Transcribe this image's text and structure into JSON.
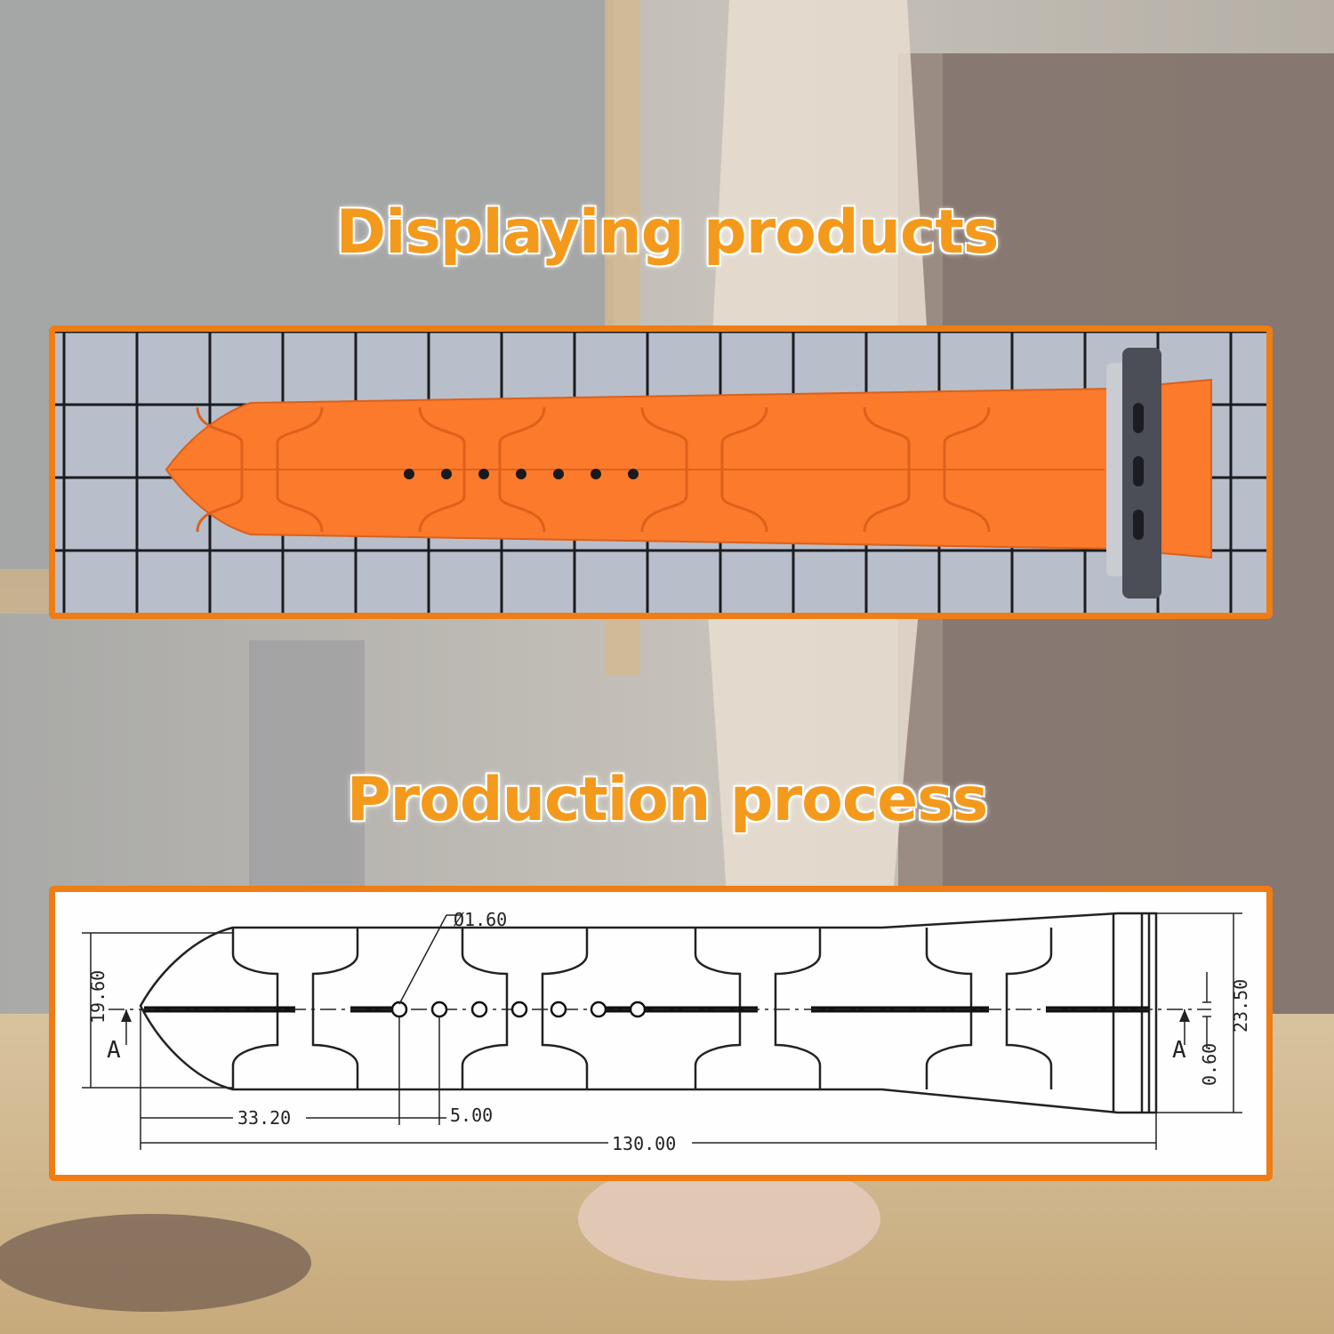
{
  "headings": {
    "displaying": "Displaying products",
    "production": "Production process"
  },
  "drawing": {
    "hole_diameter": "Ø1.60",
    "height_left": "19.60",
    "height_right": "23.50",
    "offset_small": "0.60",
    "dist_first_hole": "33.20",
    "hole_spacing": "5.00",
    "total_length": "130.00",
    "section_left": "A",
    "section_right": "A"
  },
  "colors": {
    "accent": "#ef7d14",
    "heading": "#f39a1d",
    "strap": "#fb7a2c"
  }
}
